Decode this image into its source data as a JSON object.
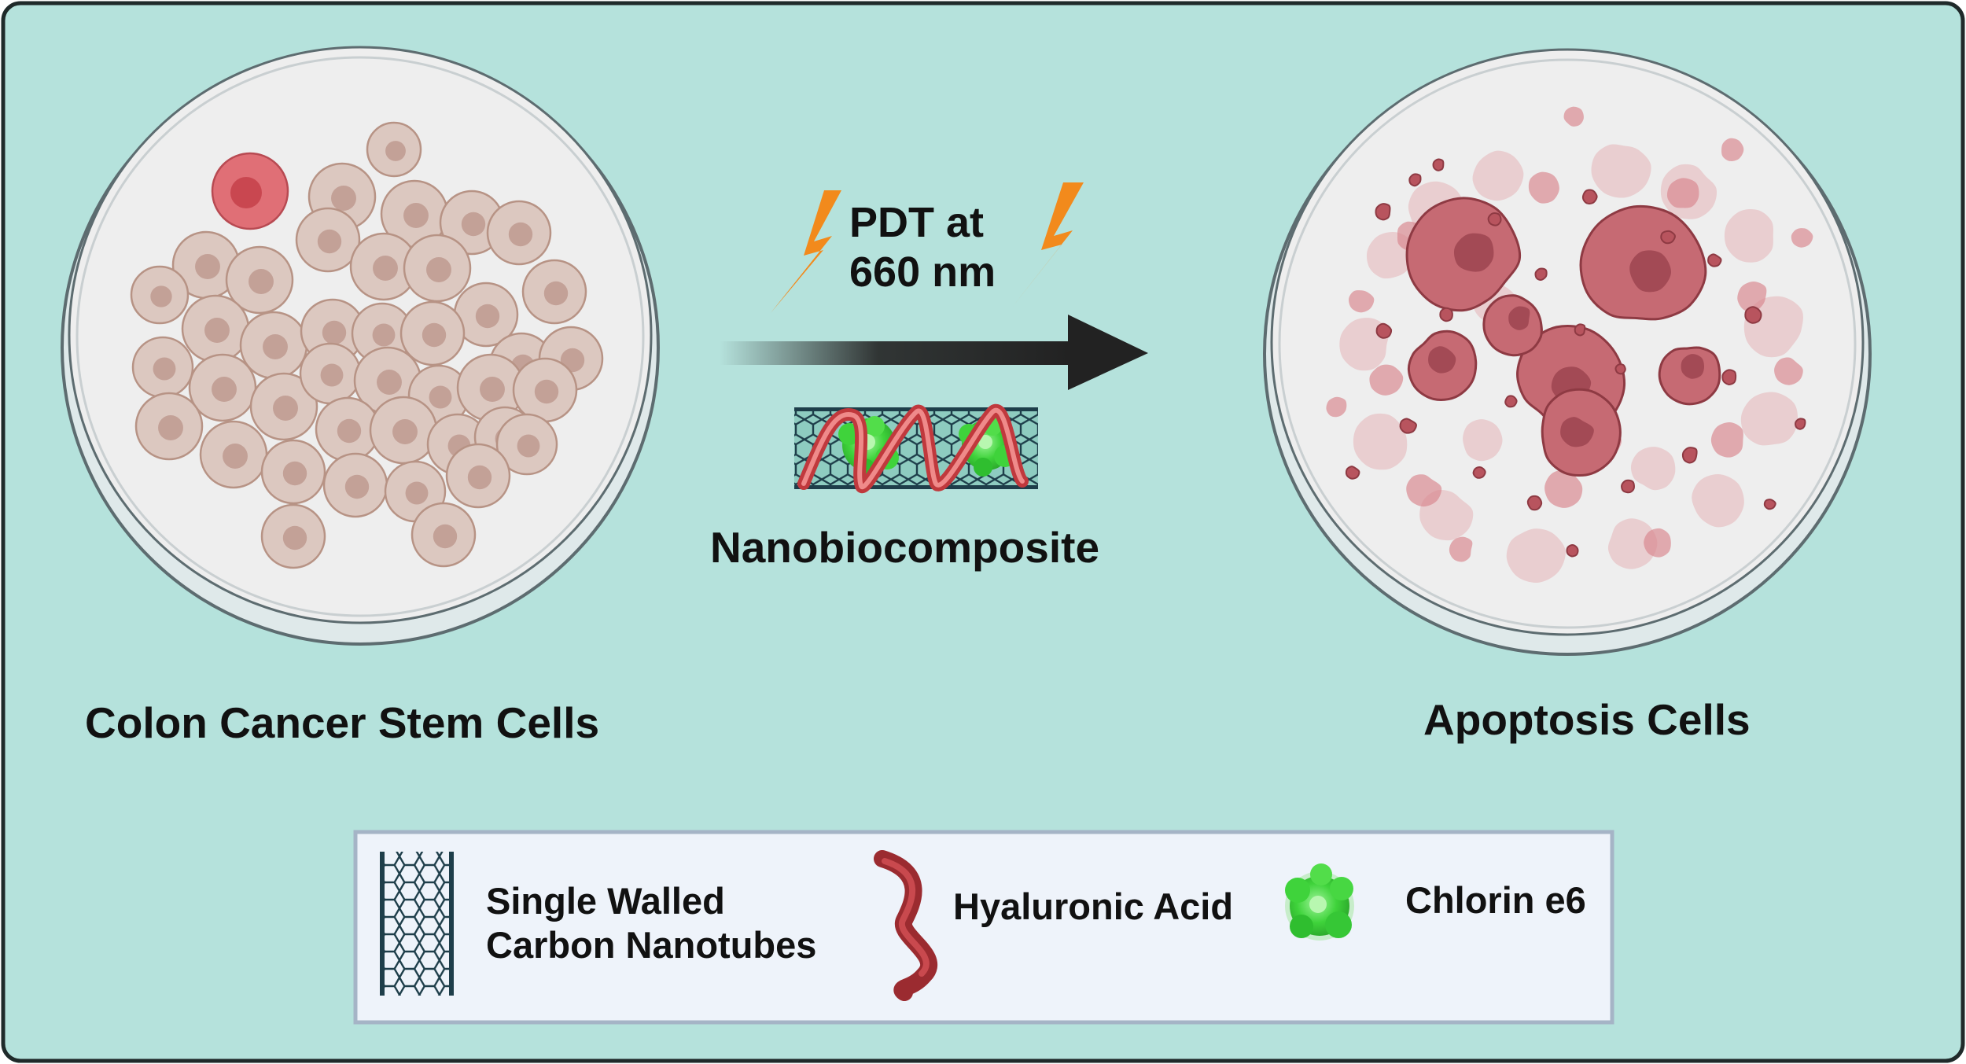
{
  "left_dish": {
    "label": "Colon Cancer Stem Cells"
  },
  "right_dish": {
    "label": "Apoptosis Cells"
  },
  "treatment": {
    "line1": "PDT at",
    "line2": "660 nm"
  },
  "nanocomposite": {
    "label": "Nanobiocomposite"
  },
  "legend": {
    "items": [
      {
        "icon": "carbon-nanotube-icon",
        "line1": "Single Walled",
        "line2": "Carbon Nanotubes"
      },
      {
        "icon": "hyaluronic-acid-strand-icon",
        "line1": "Hyaluronic Acid"
      },
      {
        "icon": "chlorin-e6-molecule-icon",
        "line1": "Chlorin e6"
      }
    ]
  },
  "colors": {
    "background": "#b5e2dc",
    "border": "#1f2a2a",
    "cell_fill": "#dcc8c0",
    "cell_nucleus": "#c3a197",
    "cancer_cell": "#e06f76",
    "apoptotic_cell": "#c66a73",
    "lightning": "#f28a1c",
    "arrow": "#222222",
    "nanotube": "#1e3e4a",
    "hyaluronic_acid": "#c0393d",
    "chlorin_e6": "#3fd33b",
    "legend_bg": "#eef3fa",
    "legend_border": "#a5b4c6"
  }
}
